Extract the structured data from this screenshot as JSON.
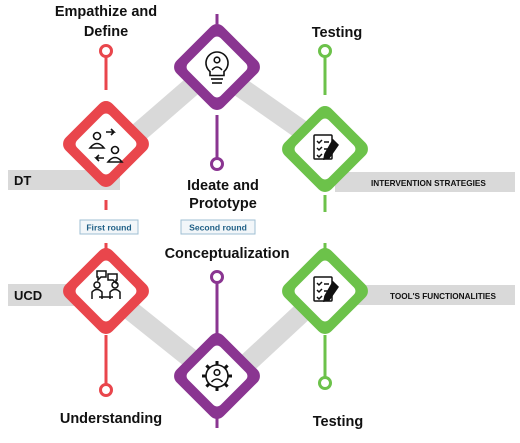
{
  "dt": {
    "band_label": "DT",
    "right_label": "INTERVENTION STRATEGIES",
    "stages": {
      "empathize": {
        "label_line1": "Empathize and",
        "label_line2": "Define",
        "color": "#e9464c",
        "icon": "exchange-people-icon"
      },
      "ideate": {
        "label_line1": "Ideate and",
        "label_line2": "Prototype",
        "color": "#8a3591",
        "icon": "lightbulb-person-icon"
      },
      "testing": {
        "label": "Testing",
        "color": "#6cc24a",
        "icon": "checklist-pen-icon"
      }
    }
  },
  "rounds": {
    "first": "First round",
    "second": "Second round"
  },
  "ucd": {
    "band_label": "UCD",
    "right_label": "TOOL'S FUNCTIONALITIES",
    "stages": {
      "understanding": {
        "label": "Understanding",
        "color": "#e9464c",
        "icon": "conversation-people-icon"
      },
      "conceptualization": {
        "label": "Conceptualization",
        "color": "#8a3591",
        "icon": "gear-person-icon"
      },
      "testing": {
        "label": "Testing",
        "color": "#6cc24a",
        "icon": "checklist-pen-icon"
      }
    }
  },
  "colors": {
    "band": "#d9d9d9",
    "red": "#e9464c",
    "purple": "#8a3591",
    "green": "#6cc24a",
    "round_border": "#9fbfd3",
    "round_text": "#1f5f86"
  }
}
